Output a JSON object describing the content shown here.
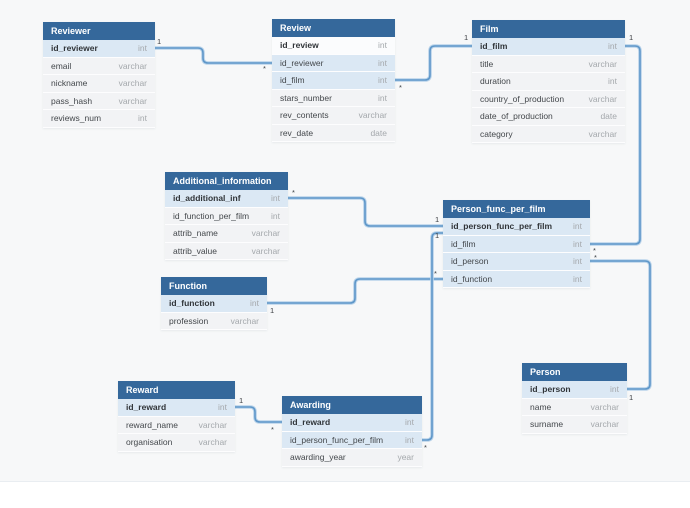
{
  "canvas": {
    "header_color": "#35689b",
    "highlight_row_color": "#dbe8f4",
    "row_color": "#f2f3f5",
    "connector_color": "#5f97c9",
    "background": "#f7f8f9"
  },
  "tables": [
    {
      "name": "Reviewer",
      "rows": [
        {
          "name": "id_reviewer",
          "type": "int",
          "pk": true,
          "hl": true
        },
        {
          "name": "email",
          "type": "varchar"
        },
        {
          "name": "nickname",
          "type": "varchar"
        },
        {
          "name": "pass_hash",
          "type": "varchar"
        },
        {
          "name": "reviews_num",
          "type": "int"
        }
      ]
    },
    {
      "name": "Review",
      "rows": [
        {
          "name": "id_review",
          "type": "int",
          "pk": true
        },
        {
          "name": "id_reviewer",
          "type": "int",
          "hl": true
        },
        {
          "name": "id_film",
          "type": "int",
          "hl": true
        },
        {
          "name": "stars_number",
          "type": "int"
        },
        {
          "name": "rev_contents",
          "type": "varchar"
        },
        {
          "name": "rev_date",
          "type": "date"
        }
      ]
    },
    {
      "name": "Film",
      "rows": [
        {
          "name": "id_film",
          "type": "int",
          "pk": true,
          "hl": true
        },
        {
          "name": "title",
          "type": "varchar"
        },
        {
          "name": "duration",
          "type": "int"
        },
        {
          "name": "country_of_production",
          "type": "varchar"
        },
        {
          "name": "date_of_production",
          "type": "date"
        },
        {
          "name": "category",
          "type": "varchar"
        }
      ]
    },
    {
      "name": "Additional_information",
      "rows": [
        {
          "name": "id_additional_inf",
          "type": "int",
          "pk": true,
          "hl": true
        },
        {
          "name": "id_function_per_film",
          "type": "int"
        },
        {
          "name": "attrib_name",
          "type": "varchar"
        },
        {
          "name": "attrib_value",
          "type": "varchar"
        }
      ]
    },
    {
      "name": "Person_func_per_film",
      "rows": [
        {
          "name": "id_person_func_per_film",
          "type": "int",
          "pk": true,
          "hl": true
        },
        {
          "name": "id_film",
          "type": "int",
          "hl": true
        },
        {
          "name": "id_person",
          "type": "int",
          "hl": true
        },
        {
          "name": "id_function",
          "type": "int",
          "hl": true
        }
      ]
    },
    {
      "name": "Function",
      "rows": [
        {
          "name": "id_function",
          "type": "int",
          "pk": true,
          "hl": true
        },
        {
          "name": "profession",
          "type": "varchar"
        }
      ]
    },
    {
      "name": "Person",
      "rows": [
        {
          "name": "id_person",
          "type": "int",
          "pk": true,
          "hl": true
        },
        {
          "name": "name",
          "type": "varchar"
        },
        {
          "name": "surname",
          "type": "varchar"
        }
      ]
    },
    {
      "name": "Reward",
      "rows": [
        {
          "name": "id_reward",
          "type": "int",
          "pk": true,
          "hl": true
        },
        {
          "name": "reward_name",
          "type": "varchar"
        },
        {
          "name": "organisation",
          "type": "varchar"
        }
      ]
    },
    {
      "name": "Awarding",
      "rows": [
        {
          "name": "id_reward",
          "type": "int",
          "pk": true,
          "hl": true
        },
        {
          "name": "id_person_func_per_film",
          "type": "int",
          "hl": true
        },
        {
          "name": "awarding_year",
          "type": "year"
        }
      ]
    }
  ],
  "relationships": [
    {
      "source": "Reviewer.id_reviewer",
      "source_card": "1",
      "target": "Review.id_reviewer",
      "target_card": "*"
    },
    {
      "source": "Review.id_film",
      "source_card": "*",
      "target": "Film.id_film",
      "target_card": "1"
    },
    {
      "source": "Film.id_film",
      "source_card": "1",
      "target": "Person_func_per_film.id_film",
      "target_card": "*"
    },
    {
      "source": "Person_func_per_film.id_person",
      "source_card": "*",
      "target": "Person.id_person",
      "target_card": "1"
    },
    {
      "source": "Function.id_function",
      "source_card": "1",
      "target": "Person_func_per_film.id_function",
      "target_card": "*"
    },
    {
      "source": "Additional_information.id_additional_inf",
      "source_card": "*",
      "target": "Person_func_per_film.id_person_func_per_film",
      "target_card": "1"
    },
    {
      "source": "Person_func_per_film.id_person_func_per_film",
      "source_card": "1",
      "target": "Awarding.id_person_func_per_film",
      "target_card": "*"
    },
    {
      "source": "Reward.id_reward",
      "source_card": "1",
      "target": "Awarding.id_reward",
      "target_card": "*"
    }
  ]
}
